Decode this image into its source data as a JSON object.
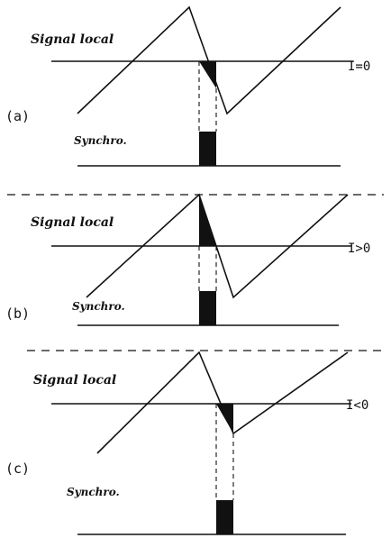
{
  "labels": {
    "signal": "Signal local",
    "synchro": "Synchro."
  },
  "panels": [
    {
      "id": "a",
      "tag": "(a)",
      "condition": "I=0"
    },
    {
      "id": "b",
      "tag": "(b)",
      "condition": "I>0"
    },
    {
      "id": "c",
      "tag": "(c)",
      "condition": "I<0"
    }
  ]
}
